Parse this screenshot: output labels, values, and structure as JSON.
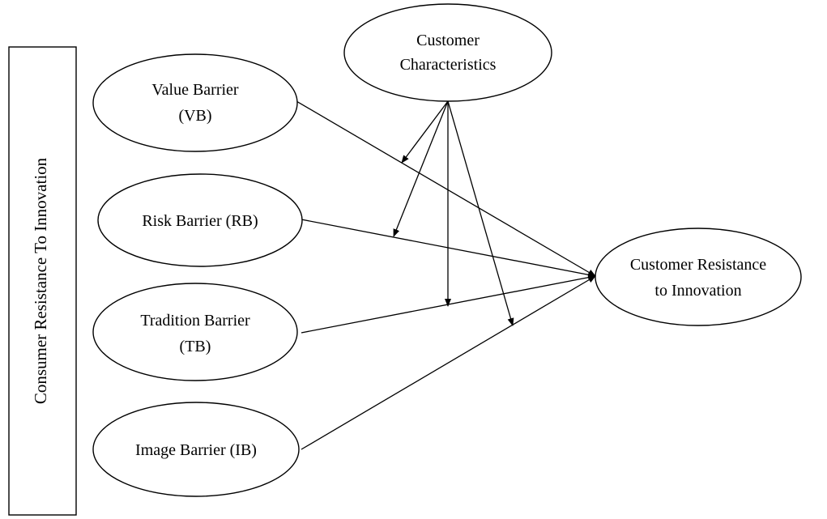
{
  "side_box": {
    "label": "Consumer Resistance To Innovation"
  },
  "nodes": {
    "value_barrier": {
      "lines": [
        "Value Barrier",
        "(VB)"
      ]
    },
    "risk_barrier": {
      "lines": [
        "Risk Barrier (RB)"
      ]
    },
    "tradition_barrier": {
      "lines": [
        "Tradition Barrier",
        "(TB)"
      ]
    },
    "image_barrier": {
      "lines": [
        "Image Barrier (IB)"
      ]
    },
    "customer_characteristics": {
      "lines": [
        "Customer",
        "Characteristics"
      ]
    },
    "customer_resistance": {
      "lines": [
        "Customer Resistance",
        "to Innovation"
      ]
    }
  },
  "colors": {
    "stroke": "#000000",
    "background": "#ffffff"
  }
}
